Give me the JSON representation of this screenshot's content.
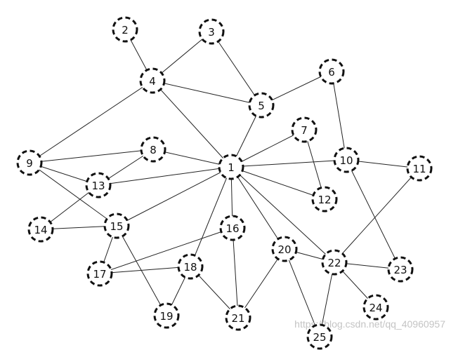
{
  "diagram": {
    "nodes": [
      {
        "id": "1",
        "label": "1"
      },
      {
        "id": "2",
        "label": "2"
      },
      {
        "id": "3",
        "label": "3"
      },
      {
        "id": "4",
        "label": "4"
      },
      {
        "id": "5",
        "label": "5"
      },
      {
        "id": "6",
        "label": "6"
      },
      {
        "id": "7",
        "label": "7"
      },
      {
        "id": "8",
        "label": "8"
      },
      {
        "id": "9",
        "label": "9"
      },
      {
        "id": "10",
        "label": "10"
      },
      {
        "id": "11",
        "label": "11"
      },
      {
        "id": "12",
        "label": "12"
      },
      {
        "id": "13",
        "label": "13"
      },
      {
        "id": "14",
        "label": "14"
      },
      {
        "id": "15",
        "label": "15"
      },
      {
        "id": "16",
        "label": "16"
      },
      {
        "id": "17",
        "label": "17"
      },
      {
        "id": "18",
        "label": "18"
      },
      {
        "id": "19",
        "label": "19"
      },
      {
        "id": "20",
        "label": "20"
      },
      {
        "id": "21",
        "label": "21"
      },
      {
        "id": "22",
        "label": "22"
      },
      {
        "id": "23",
        "label": "23"
      },
      {
        "id": "24",
        "label": "24"
      },
      {
        "id": "25",
        "label": "25"
      }
    ],
    "edges": [
      [
        "2",
        "4"
      ],
      [
        "3",
        "4"
      ],
      [
        "3",
        "5"
      ],
      [
        "4",
        "5"
      ],
      [
        "4",
        "1"
      ],
      [
        "4",
        "9"
      ],
      [
        "5",
        "6"
      ],
      [
        "5",
        "1"
      ],
      [
        "6",
        "10"
      ],
      [
        "7",
        "1"
      ],
      [
        "7",
        "12"
      ],
      [
        "8",
        "9"
      ],
      [
        "8",
        "13"
      ],
      [
        "8",
        "1"
      ],
      [
        "9",
        "13"
      ],
      [
        "9",
        "15"
      ],
      [
        "1",
        "13"
      ],
      [
        "1",
        "10"
      ],
      [
        "10",
        "11"
      ],
      [
        "10",
        "23"
      ],
      [
        "1",
        "12"
      ],
      [
        "1",
        "15"
      ],
      [
        "1",
        "16"
      ],
      [
        "1",
        "18"
      ],
      [
        "1",
        "20"
      ],
      [
        "1",
        "22"
      ],
      [
        "13",
        "14"
      ],
      [
        "14",
        "15"
      ],
      [
        "15",
        "17"
      ],
      [
        "15",
        "19"
      ],
      [
        "16",
        "17"
      ],
      [
        "16",
        "21"
      ],
      [
        "17",
        "18"
      ],
      [
        "18",
        "19"
      ],
      [
        "18",
        "21"
      ],
      [
        "20",
        "21"
      ],
      [
        "20",
        "22"
      ],
      [
        "20",
        "25"
      ],
      [
        "22",
        "11"
      ],
      [
        "22",
        "23"
      ],
      [
        "22",
        "24"
      ],
      [
        "22",
        "25"
      ]
    ]
  },
  "watermark": "https://blog.csdn.net/qq_40960957"
}
